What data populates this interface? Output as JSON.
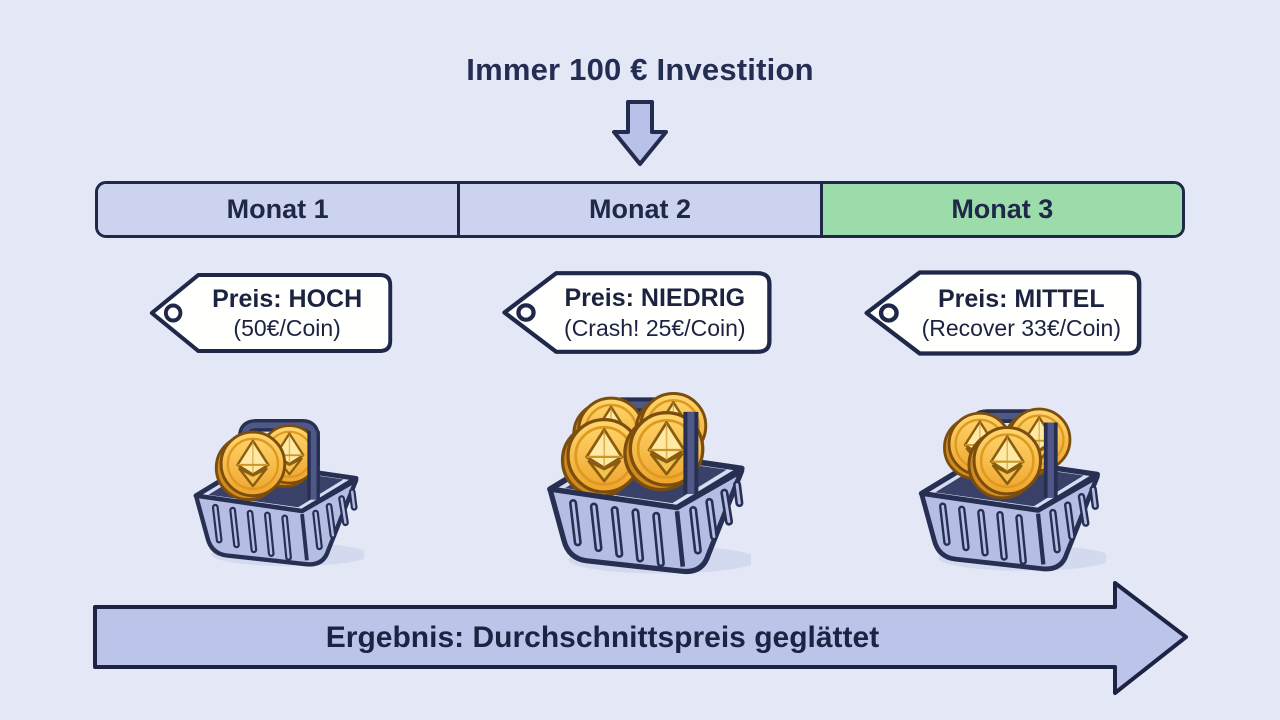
{
  "title": "Immer 100 € Investition",
  "months": [
    {
      "label": "Monat 1",
      "tag_title": "Preis: HOCH",
      "tag_detail": "(50€/Coin)",
      "coins": 2
    },
    {
      "label": "Monat 2",
      "tag_title": "Preis: NIEDRIG",
      "tag_detail": "(Crash! 25€/Coin)",
      "coins": 4
    },
    {
      "label": "Monat 3",
      "tag_title": "Preis: MITTEL",
      "tag_detail": "(Recover 33€/Coin)",
      "coins": 3
    }
  ],
  "result_label": "Ergebnis: Durchschnittspreis geglättet",
  "colors": {
    "background": "#e3e7f6",
    "outline_navy": "#1f2848",
    "month_cell": "#ccd3ee",
    "month_highlight_green": "#9cdcab",
    "flow_arrow_fill": "#bdc4ea",
    "tag_background": "#fffffe",
    "basket_body": "#b5bde4",
    "basket_rim": "#d7dcf3",
    "coin_gold": "#f6b53c"
  }
}
